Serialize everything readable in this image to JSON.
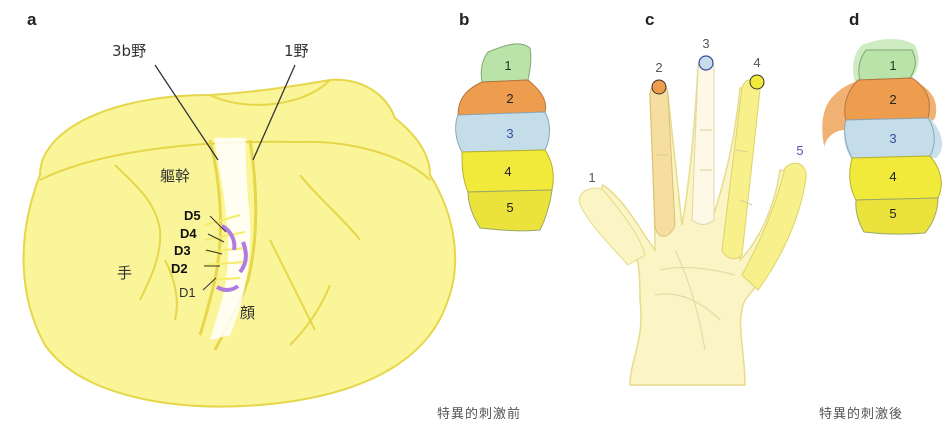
{
  "panels": {
    "a": {
      "letter": "a",
      "area_3b": "3b野",
      "area_1": "1野",
      "trunk": "軀幹",
      "hand": "手",
      "face": "顔",
      "digits": [
        "D5",
        "D4",
        "D3",
        "D2",
        "D1"
      ]
    },
    "b": {
      "letter": "b",
      "segments": [
        "1",
        "2",
        "3",
        "4",
        "5"
      ],
      "caption": "特異的刺激前"
    },
    "c": {
      "letter": "c",
      "finger_numbers": [
        "1",
        "2",
        "3",
        "4",
        "5"
      ]
    },
    "d": {
      "letter": "d",
      "segments": [
        "1",
        "2",
        "3",
        "4",
        "5"
      ],
      "caption": "特異的刺激後"
    }
  },
  "colors": {
    "brain_fill": "#fbf59a",
    "brain_stroke": "#e6d64a",
    "seg1": "#b9e3a8",
    "seg2": "#ee9d4f",
    "seg3": "#c4dde9",
    "seg4": "#f1ea3a",
    "seg5": "#ece23c",
    "highlight_purple": "#b07adf"
  }
}
